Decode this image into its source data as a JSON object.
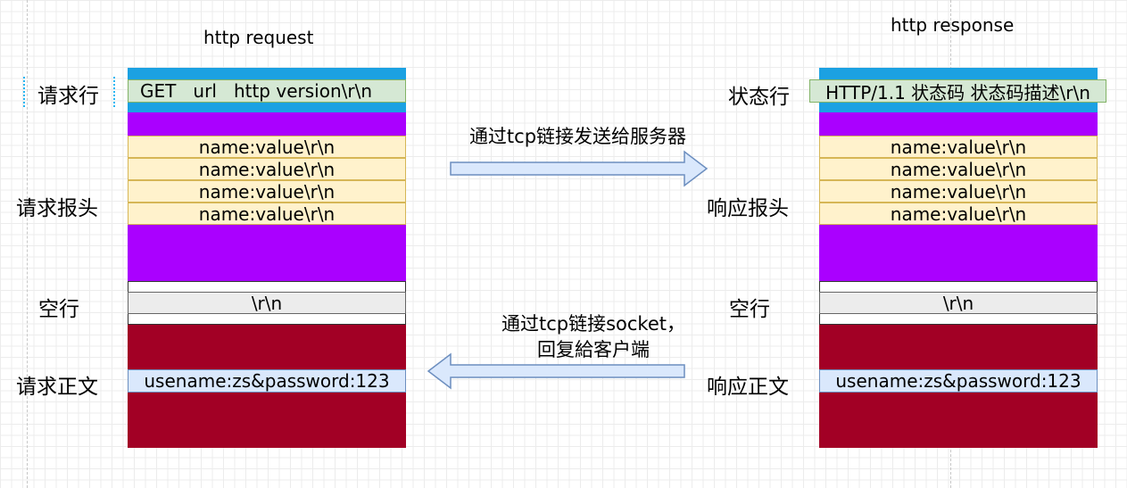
{
  "colors": {
    "blue_band": "#1ba1e2",
    "purple": "#aa00ff",
    "dark_red": "#a20025",
    "header_fill": "#fff2cc",
    "blank_fill": "#ececec",
    "green_fill": "#d5e8d4",
    "blue_fill": "#dae8fc",
    "arrow_fill": "#dae8fc",
    "arrow_stroke": "#6c8ebf"
  },
  "request": {
    "title": "http request",
    "labels": {
      "line": "请求行",
      "headers": "请求报头",
      "blank": "空行",
      "body": "请求正文"
    },
    "line_text": "GET   url   http version\\r\\n",
    "header_rows": [
      "name:value\\r\\n",
      "name:value\\r\\n",
      "name:value\\r\\n",
      "name:value\\r\\n"
    ],
    "blank_text": "\\r\\n",
    "body_text": "usename:zs&password:123"
  },
  "response": {
    "title": "http response",
    "labels": {
      "line": "状态行",
      "headers": "响应报头",
      "blank": "空行",
      "body": "响应正文"
    },
    "line_text": "HTTP/1.1 状态码 状态码描述\\r\\n",
    "header_rows": [
      "name:value\\r\\n",
      "name:value\\r\\n",
      "name:value\\r\\n",
      "name:value\\r\\n"
    ],
    "blank_text": "\\r\\n",
    "body_text": "usename:zs&password:123"
  },
  "arrows": {
    "send_caption": "通过tcp链接发送给服务器",
    "reply_caption_line1": "通过tcp链接socket，",
    "reply_caption_line2": "回复給客户端"
  }
}
